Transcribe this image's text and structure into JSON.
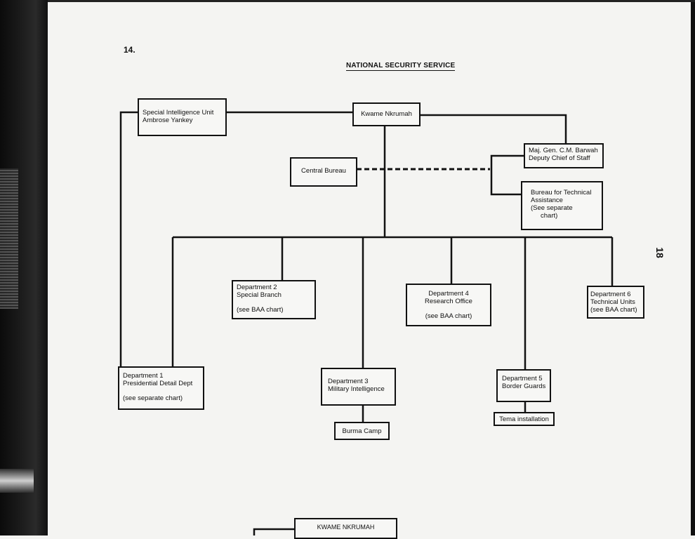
{
  "page": {
    "mark": "14.",
    "side_number": "18"
  },
  "title": "NATIONAL SECURITY SERVICE",
  "nodes": {
    "nkrumah": {
      "label": "Kwame Nkrumah"
    },
    "siu": {
      "line1": "Special Intelligence Unit",
      "line2": "Ambrose Yankey"
    },
    "barwah": {
      "line1": "Maj. Gen. C.M. Barwah",
      "line2": "Deputy Chief of Staff"
    },
    "central_bureau": {
      "label": "Central Bureau"
    },
    "bta": {
      "line1": "Bureau for Technical",
      "line2": "Assistance",
      "line3": "(See separate",
      "line4": "chart)"
    },
    "dept2": {
      "line1": "Department 2",
      "line2": "Special Branch",
      "note": "(see BAA chart)"
    },
    "dept4": {
      "line1": "Department 4",
      "line2": "Research Office",
      "note": "(see BAA chart)"
    },
    "dept6": {
      "line1": "Department 6",
      "line2": "Technical Units",
      "line3": "(see BAA chart)"
    },
    "dept1": {
      "line1": "Department 1",
      "line2": "Presidential Detail Dept",
      "note": "(see separate chart)"
    },
    "dept3": {
      "line1": "Department 3",
      "line2": "Military Intelligence"
    },
    "dept5": {
      "line1": "Department 5",
      "line2": "Border Guards"
    },
    "burma": {
      "label": "Burma Camp"
    },
    "tema": {
      "label": "Tema installation"
    },
    "nkrumah2": {
      "label": "KWAME NKRUMAH"
    }
  }
}
